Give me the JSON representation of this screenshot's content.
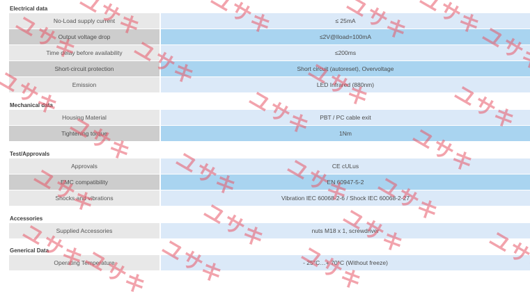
{
  "sections": {
    "electrical": "Electrical data",
    "mechanical": "Mechanical data",
    "tests": "Test/Approvals",
    "accessories": "Accessories",
    "general": "Generical Data"
  },
  "rows": {
    "noload": {
      "label": "No-Load supply current",
      "value": "≤ 25mA"
    },
    "drop": {
      "label": "Output voltage drop",
      "value": "≤2V@Iload=100mA"
    },
    "delay": {
      "label": "Time delay before availability",
      "value": "≤200ms"
    },
    "short": {
      "label": "Short-circuit protection",
      "value": "Short circuit (autoreset), Overvoltage"
    },
    "emission": {
      "label": "Emission",
      "value": "LED Infrared (880nm)"
    },
    "housing": {
      "label": "Housing Material",
      "value": "PBT / PC cable exit"
    },
    "torque": {
      "label": "Tightening torque",
      "value": "1Nm"
    },
    "approvals": {
      "label": "Approvals",
      "value": "CE cULus"
    },
    "emc": {
      "label": "EMC compatibility",
      "value": "EN 60947-5-2"
    },
    "shocks": {
      "label": "Shocks and vibrations",
      "value": "Vibration IEC 60068-2-6 / Shock IEC 60068-2-27"
    },
    "supplied": {
      "label": "Supplied Accessories",
      "value": "nuts M18 x 1, screwdriver"
    },
    "temp": {
      "label": "Operating Temperature",
      "value": "- 25°C…+ 70°C (Without freeze)"
    }
  },
  "watermark": {
    "text": "ユサキ"
  },
  "colors": {
    "label_bg": "#e8e8e8",
    "label_bg_alt": "#cdcdcd",
    "value_bg": "#dbe9f8",
    "value_bg_alt": "#a9d4f0",
    "watermark": "#e85868"
  }
}
